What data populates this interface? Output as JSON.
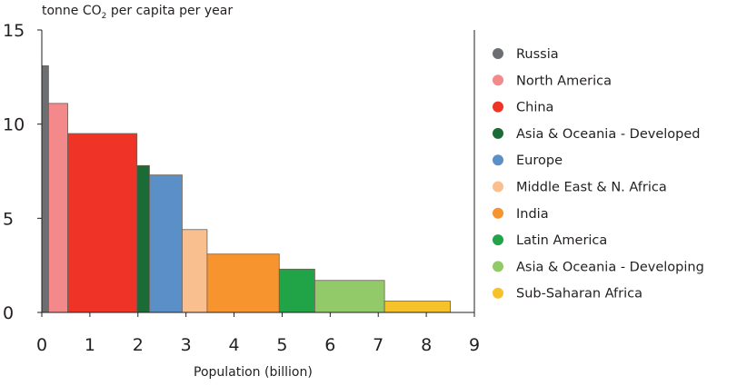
{
  "chart_data": {
    "type": "bar",
    "ylabel_prefix": "tonne CO",
    "ylabel_sub": "2",
    "ylabel_suffix": " per capita per year",
    "xlabel": "Population (billion)",
    "xlim": [
      0,
      9
    ],
    "ylim": [
      0,
      15
    ],
    "xticks": [
      "0",
      "1",
      "2",
      "3",
      "4",
      "5",
      "6",
      "7",
      "8",
      "9"
    ],
    "yticks": [
      "0",
      "5",
      "10",
      "15"
    ],
    "legend_position": "right",
    "series": [
      {
        "name": "Russia",
        "population": 0.14,
        "value": 13.1,
        "color": "#6d6e71"
      },
      {
        "name": "North America",
        "population": 0.4,
        "value": 11.1,
        "color": "#f4898b"
      },
      {
        "name": "China",
        "population": 1.44,
        "value": 9.5,
        "color": "#ef3326"
      },
      {
        "name": "Asia & Oceania - Developed",
        "population": 0.26,
        "value": 7.8,
        "color": "#1a6b35"
      },
      {
        "name": "Europe",
        "population": 0.68,
        "value": 7.3,
        "color": "#5a8fc8"
      },
      {
        "name": "Middle East & N. Africa",
        "population": 0.52,
        "value": 4.4,
        "color": "#fabf8f"
      },
      {
        "name": "India",
        "population": 1.5,
        "value": 3.1,
        "color": "#f7942e"
      },
      {
        "name": "Latin America",
        "population": 0.74,
        "value": 2.3,
        "color": "#21a348"
      },
      {
        "name": "Asia & Oceania - Developing",
        "population": 1.45,
        "value": 1.7,
        "color": "#93ca69"
      },
      {
        "name": "Sub-Saharan Africa",
        "population": 1.37,
        "value": 0.6,
        "color": "#f6c22a"
      }
    ]
  }
}
